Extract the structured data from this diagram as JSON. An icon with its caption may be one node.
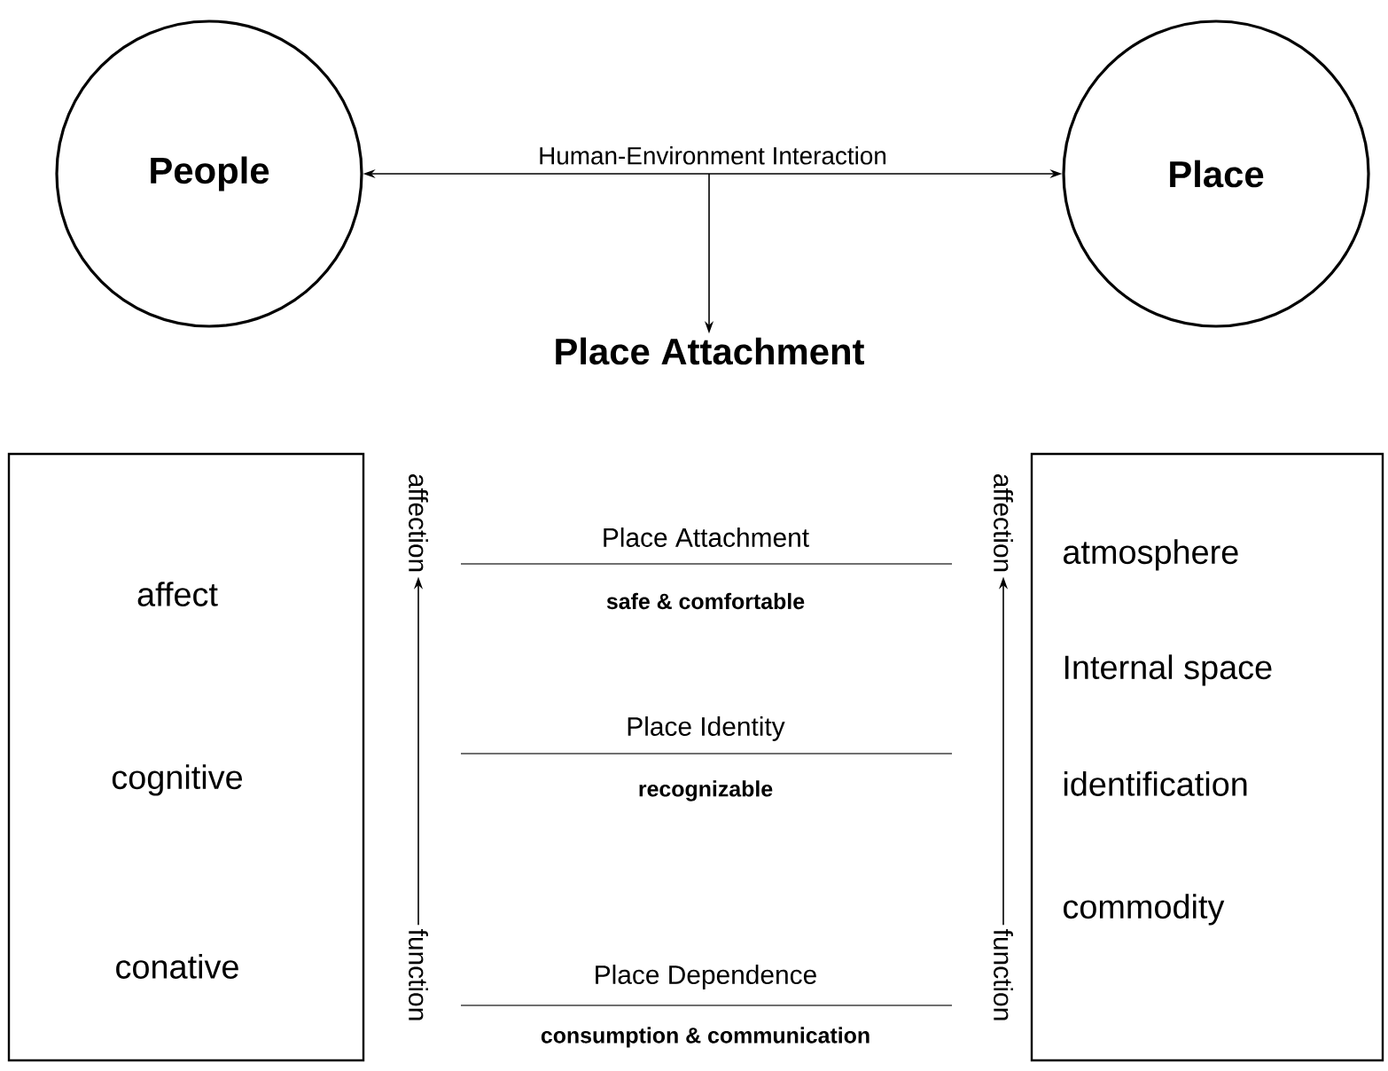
{
  "diagram": {
    "nodes": [
      {
        "text": [
          "People"
        ]
      },
      {
        "text": [
          "Place"
        ]
      },
      {
        "text": [
          "Place Attachment"
        ]
      },
      {
        "text": [
          "affect",
          "cognitive",
          "conative"
        ]
      },
      {
        "text": [
          "atmosphere",
          "Internal space",
          "identification",
          "commodity"
        ]
      },
      {
        "text": [
          "function"
        ]
      },
      {
        "text": [
          "affection"
        ]
      },
      {
        "text": [
          "function"
        ]
      },
      {
        "text": [
          "affection"
        ]
      }
    ],
    "edges": [
      {
        "from": 0,
        "to": 1,
        "arrow": "both",
        "label": "Human-Environment Interaction"
      },
      {
        "from": null,
        "to": 2,
        "arrow": "to"
      },
      {
        "from": 5,
        "to": 6,
        "arrow": "to"
      },
      {
        "from": 7,
        "to": 8,
        "arrow": "to"
      }
    ],
    "labels": [
      "Place Attachment",
      "safe & comfortable",
      "Place Identity",
      "recognizable",
      "Place Dependence",
      "consumption & communication"
    ]
  }
}
